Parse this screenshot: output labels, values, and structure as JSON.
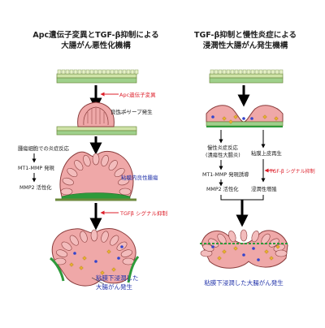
{
  "left": {
    "title_line1": "Apc遺伝子変異とTGF-β抑制による",
    "title_line2": "大腸がん悪性化機構",
    "step_apc": "Apc遺伝子変異",
    "step_polyp": "良性ポリープ発生",
    "side_inflam": "腫瘍細胞での炎症反応",
    "side_mt1": "MT1-MMP 発現",
    "side_mmp2": "MMP2 活性化",
    "step_mucosal": "粘膜内良性腫瘍",
    "step_tgfb": "TGFβ シグナル抑制",
    "result_line1": "粘膜下浸潤した",
    "result_line2": "大腸がん発生"
  },
  "right": {
    "title_line1": "TGF-β抑制と慢性炎症による",
    "title_line2": "浸潤性大腸がん発生機構",
    "inflam_line1": "慢性炎症反応",
    "inflam_line2": "(潰瘍性大腸炎)",
    "step_regen": "粘膜上皮再生",
    "step_tgfb": "TGF-β シグナル抑制",
    "step_mt1": "MT1-MMP 発現誘導",
    "step_mmp2": "MMP2 活性化",
    "step_invasive": "浸潤性増殖",
    "result": "粘膜下浸潤した大腸がん発生"
  },
  "colors": {
    "text": "#222222",
    "red": "#dd1f2a",
    "blue": "#2233aa",
    "epithelium": "#efa8a8",
    "epithelium_edge": "#8a3c3c",
    "mucosa": "#cfe3a8",
    "mucosa_edge": "#6d8a3c",
    "muscle": "#9fd08c",
    "stroma": "#2e9a3a",
    "inflam": "#e8b030",
    "cell_blue": "#3344cc"
  }
}
